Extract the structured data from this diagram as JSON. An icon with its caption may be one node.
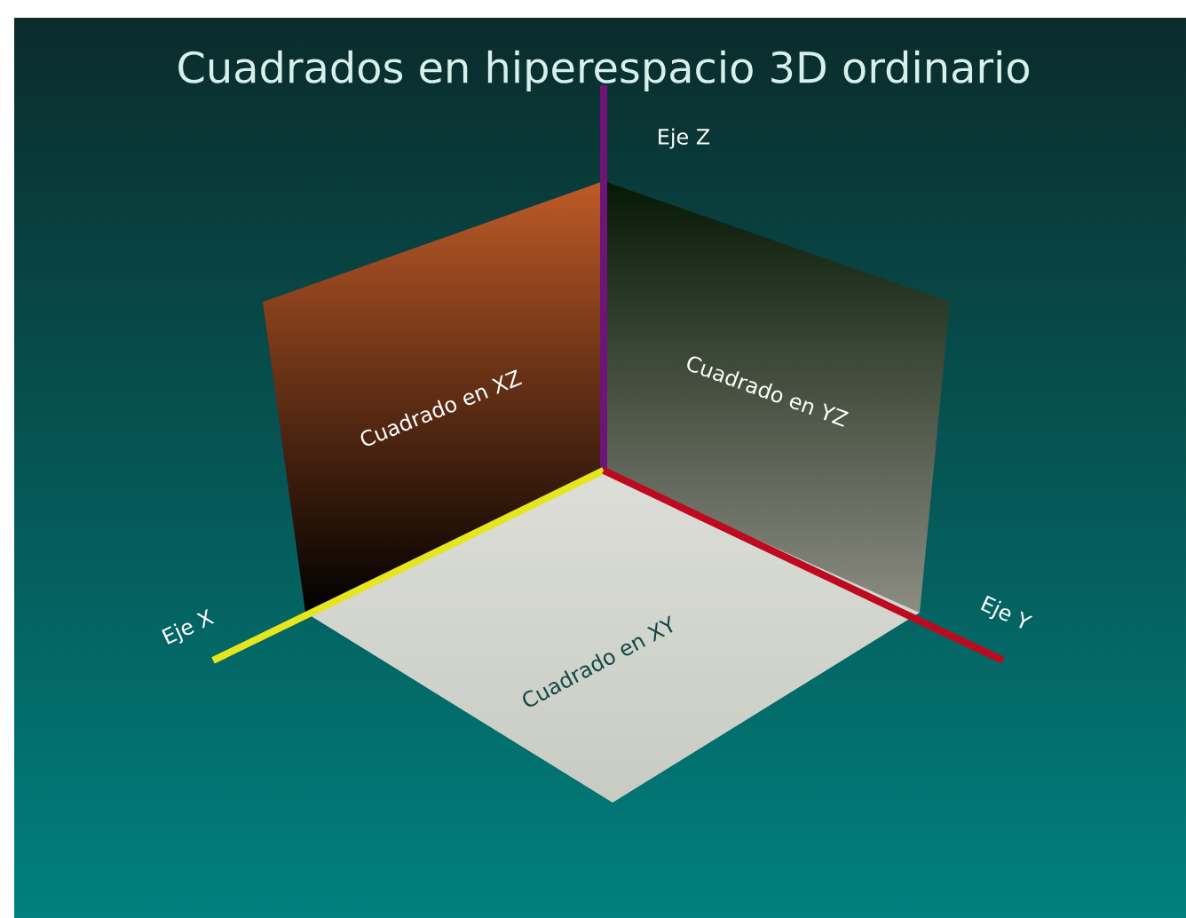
{
  "diagram": {
    "title": "Cuadrados en hiperespacio 3D ordinario",
    "nodes": [
      {
        "text": [
          "Cuadrado en XZ"
        ]
      },
      {
        "text": [
          "Cuadrado en YZ"
        ]
      },
      {
        "text": [
          "Cuadrado en XY"
        ]
      }
    ],
    "labels": [
      "Eje Z",
      "Eje X",
      "Eje Y"
    ]
  }
}
